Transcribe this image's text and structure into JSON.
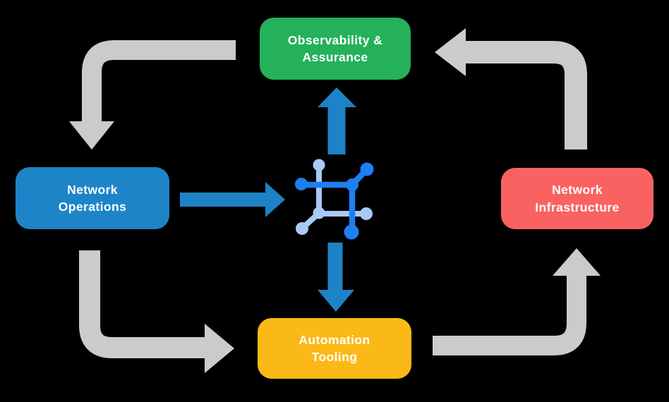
{
  "background_color": "#000000",
  "palette": {
    "arrow_gray": "#CBCBCB",
    "arrow_blue": "#1E82C6",
    "icon_blue_dark": "#1E7FF2",
    "icon_blue_light": "#A9C9F7",
    "label_text": "#FFFFFF"
  },
  "nodes": [
    {
      "id": "observability-assurance",
      "lines": [
        "Observability &",
        "Assurance"
      ],
      "color": "#24B15A"
    },
    {
      "id": "network-operations",
      "lines": [
        "Network",
        "Operations"
      ],
      "color": "#1E84C8"
    },
    {
      "id": "network-infrastructure",
      "lines": [
        "Network",
        "Infrastructure"
      ],
      "color": "#FA6262"
    },
    {
      "id": "automation-tooling",
      "lines": [
        "Automation",
        "Tooling"
      ],
      "color": "#FBB917"
    }
  ],
  "center_icon": {
    "name": "network-automation-icon"
  },
  "flows": {
    "outer_cycle": [
      {
        "from": "observability-assurance",
        "to": "network-operations"
      },
      {
        "from": "network-operations",
        "to": "automation-tooling"
      },
      {
        "from": "automation-tooling",
        "to": "network-infrastructure"
      },
      {
        "from": "network-infrastructure",
        "to": "observability-assurance"
      }
    ],
    "center_links": [
      {
        "from": "network-operations",
        "to": "center-icon"
      },
      {
        "from": "center-icon",
        "to": "observability-assurance"
      },
      {
        "from": "center-icon",
        "to": "automation-tooling"
      }
    ]
  }
}
